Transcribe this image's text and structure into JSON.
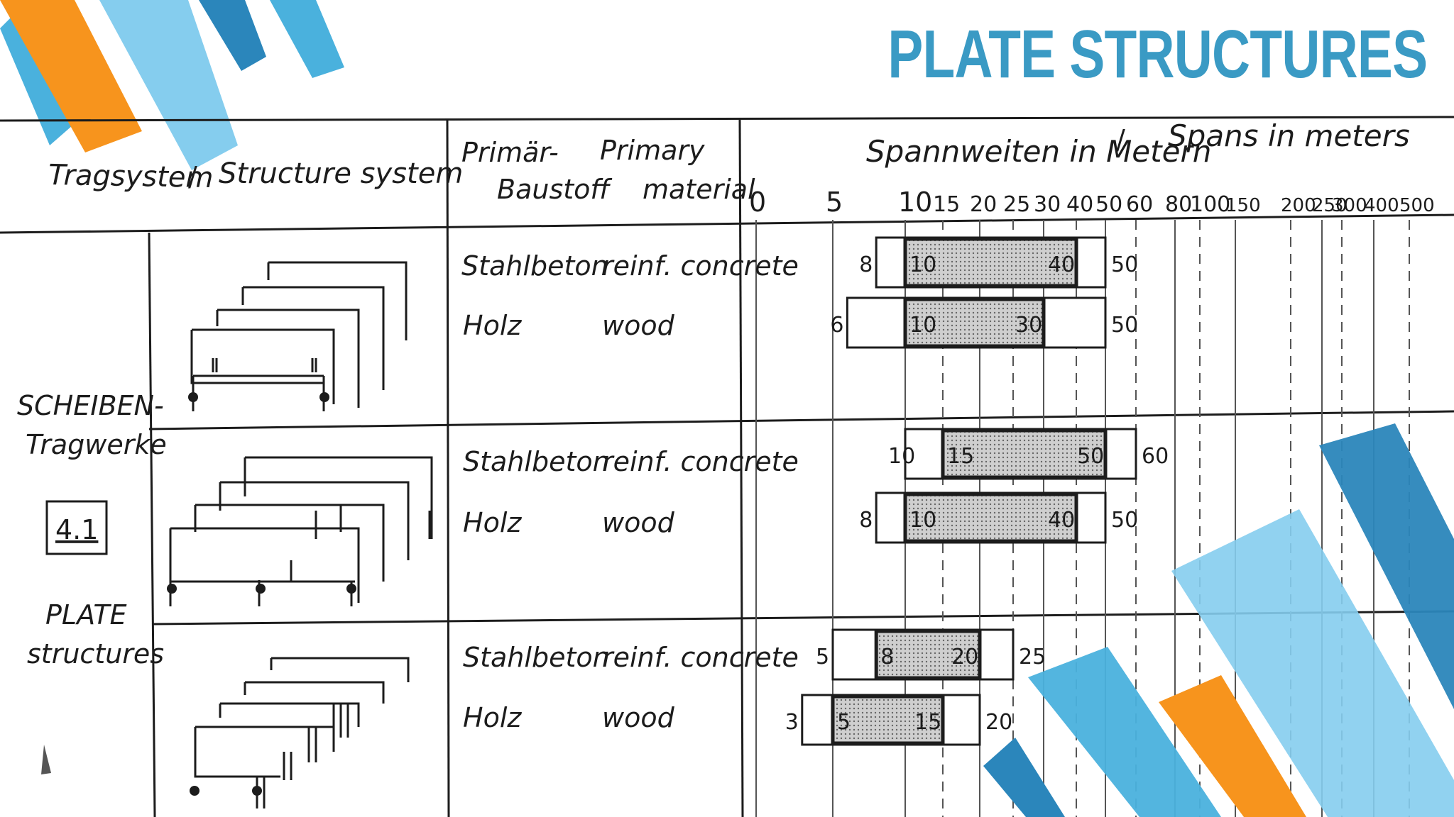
{
  "slide": {
    "title": "PLATE STRUCTURES"
  },
  "colors": {
    "title": "#3a9ac4",
    "orange": "#f7941d",
    "light_blue": "#85cdee",
    "mid_blue": "#4ab1dd",
    "dark_blue": "#2b86bb"
  },
  "header": {
    "structure_de": "Tragsystem",
    "slash": "/",
    "structure_en": "Structure system",
    "material_de_1": "Primär-",
    "material_de_2": "Baustoff",
    "material_en_1": "Primary",
    "material_en_2": "material",
    "spans_de": "Spannweiten in Metern",
    "spans_en": "Spans in meters"
  },
  "side_label": {
    "de_1": "SCHEIBEN-",
    "de_2": "Tragwerke",
    "number": "4.1",
    "en_1": "PLATE",
    "en_2": "structures"
  },
  "chart_data": {
    "type": "bar",
    "title": "Spannweiten in Metern / Spans in meters",
    "scale": "log (irregular, hand-drawn)",
    "ticks": [
      "0",
      "5",
      "10",
      "15",
      "20",
      "25",
      "30",
      "40",
      "50",
      "60",
      "80",
      "100",
      "150",
      "200",
      "250",
      "300",
      "400",
      "500"
    ],
    "rows": [
      {
        "material_de": "Stahlbeton",
        "material_en": "reinf. concrete",
        "min": 8,
        "common_from": 10,
        "common_to": 40,
        "max": 50,
        "labels": [
          "8",
          "10",
          "40",
          "50"
        ]
      },
      {
        "material_de": "Holz",
        "material_en": "wood",
        "min": 6,
        "common_from": 10,
        "common_to": 30,
        "max": 50,
        "labels": [
          "6",
          "10",
          "30",
          "50"
        ]
      },
      {
        "material_de": "Stahlbeton",
        "material_en": "reinf. concrete",
        "min": 10,
        "common_from": 15,
        "common_to": 50,
        "max": 60,
        "labels": [
          "10",
          "15",
          "50",
          "60"
        ]
      },
      {
        "material_de": "Holz",
        "material_en": "wood",
        "min": 8,
        "common_from": 10,
        "common_to": 40,
        "max": 50,
        "labels": [
          "8",
          "10",
          "40",
          "50"
        ]
      },
      {
        "material_de": "Stahlbeton",
        "material_en": "reinf. concrete",
        "min": 5,
        "common_from": 8,
        "common_to": 20,
        "max": 25,
        "labels": [
          "5",
          "8",
          "20",
          "25"
        ]
      },
      {
        "material_de": "Holz",
        "material_en": "wood",
        "min": 3,
        "common_from": 5,
        "common_to": 15,
        "max": 20,
        "labels": [
          "3",
          "5",
          "15",
          "20"
        ]
      }
    ]
  }
}
